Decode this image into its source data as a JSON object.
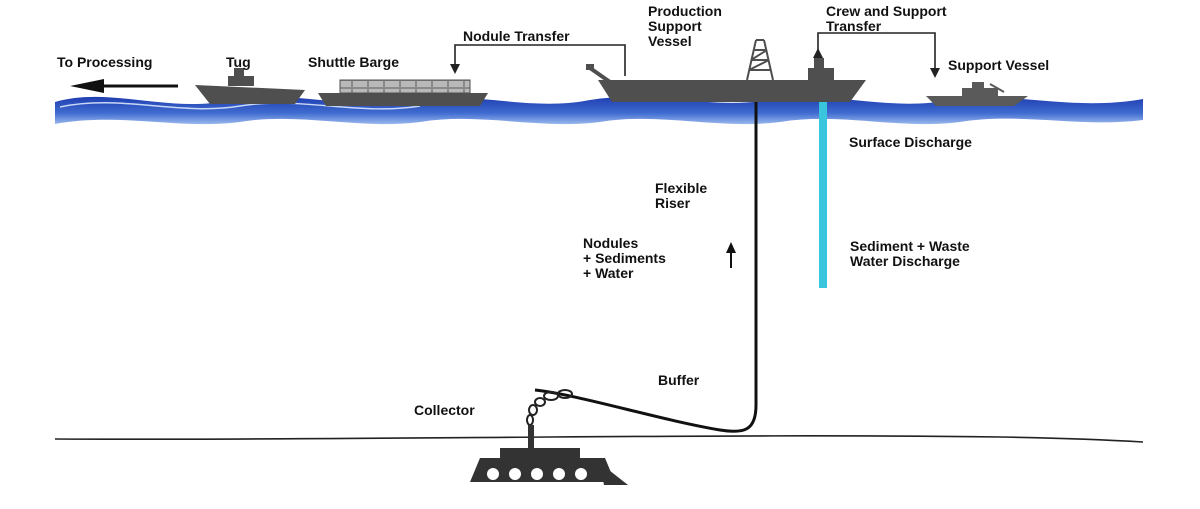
{
  "labels": {
    "to_processing": "To Processing",
    "tug": "Tug",
    "shuttle_barge": "Shuttle Barge",
    "nodule_transfer": "Nodule Transfer",
    "production_support_vessel": "Production\nSupport\nVessel",
    "crew_support_transfer": "Crew and Support\nTransfer",
    "support_vessel": "Support Vessel",
    "surface_discharge": "Surface Discharge",
    "flexible_riser": "Flexible\nRiser",
    "nodules_sediments_water": "Nodules\n+ Sediments\n+ Water",
    "sediment_waste_discharge": "Sediment + Waste\nWater Discharge",
    "buffer": "Buffer",
    "collector": "Collector"
  },
  "colors": {
    "sea_dark": "#1f3db0",
    "sea_light": "#5f8de0",
    "discharge_plume": "#39c6dc",
    "hull": "#4f4f4f",
    "text": "#111111"
  },
  "icons": {
    "flow_direction": "arrow-up-icon",
    "to_processing": "arrow-left-icon"
  }
}
